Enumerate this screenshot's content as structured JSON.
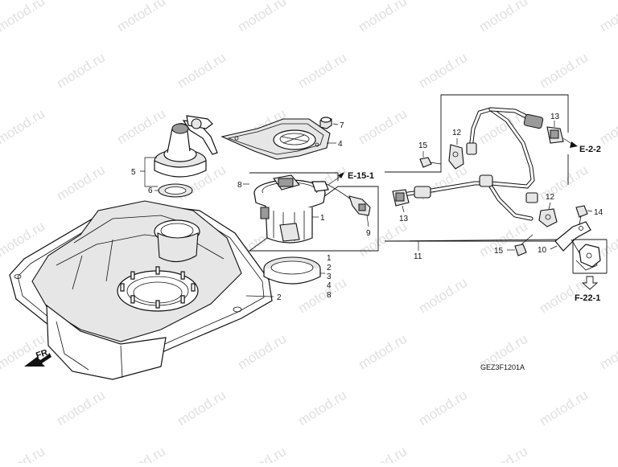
{
  "diagram_code": "GEZ3F1201A",
  "watermark_text": "motod.ru",
  "front_marker": "FR.",
  "references": {
    "e_15_1": "E-15-1",
    "e_2_2": "E-2-2",
    "f_22_1": "F-22-1"
  },
  "callouts": {
    "c1": "1",
    "c2": "2",
    "c4": "4",
    "c5": "5",
    "c6": "6",
    "c7": "7",
    "c8": "8",
    "c9": "9",
    "c10": "10",
    "c11": "11",
    "c12a": "12",
    "c12b": "12",
    "c13a": "13",
    "c13b": "13",
    "c14": "14",
    "c15a": "15",
    "c15b": "15"
  },
  "set_list": [
    "1",
    "2",
    "3",
    "4",
    "8"
  ]
}
